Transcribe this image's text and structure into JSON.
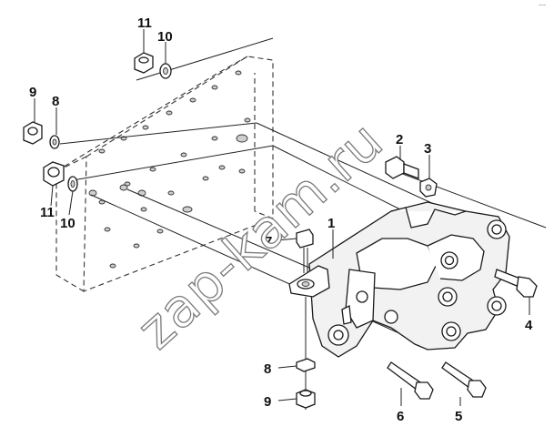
{
  "corner_mark": "~~",
  "watermark": "zap-kam.ru",
  "callouts": {
    "c1": "1",
    "c2": "2",
    "c3": "3",
    "c4": "4",
    "c5": "5",
    "c6": "6",
    "c7": "7",
    "c8_left": "8",
    "c8_bottom": "8",
    "c9_left": "9",
    "c9_bottom": "9",
    "c10_top": "10",
    "c10_left": "10",
    "c11_top": "11",
    "c11_left": "11"
  }
}
